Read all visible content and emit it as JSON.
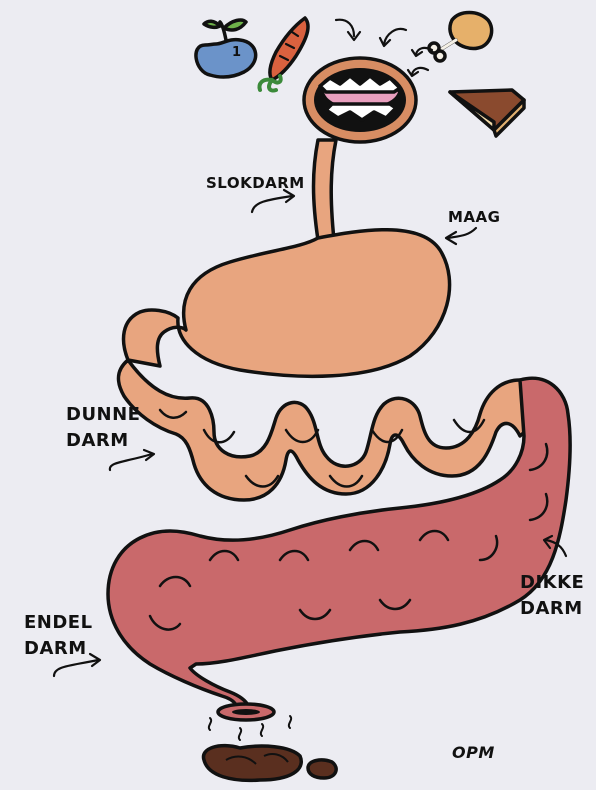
{
  "labels": {
    "esophagus": "SLOKDARM",
    "stomach": "MAAG",
    "small_intestine_line1": "DUNNE",
    "small_intestine_line2": "DARM",
    "large_intestine_line1": "DIKKE",
    "large_intestine_line2": "DARM",
    "rectum_line1": "ENDEL",
    "rectum_line2": "DARM"
  },
  "apple_number": "1",
  "signature": "OPM",
  "colors": {
    "background": "#ececf2",
    "stomach": "#e8a57f",
    "small_intestine": "#e8a57f",
    "large_intestine": "#c9696b",
    "outline": "#111111",
    "apple": "#6b93c9",
    "carrot": "#d9613f",
    "chicken": "#e6b06a",
    "cake": "#8a4a2e",
    "feces": "#5a2f1f"
  },
  "icons": [
    "apple-icon",
    "carrot-icon",
    "chicken-leg-icon",
    "cake-slice-icon",
    "mouth-icon",
    "feces-icon"
  ]
}
